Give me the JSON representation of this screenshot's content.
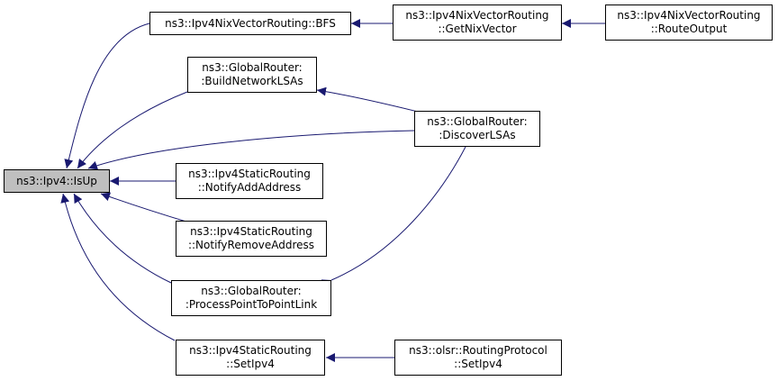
{
  "colors": {
    "edge": "#191970",
    "node_border": "#000000",
    "node_fill": "#ffffff",
    "highlight_fill": "#bfbfbf"
  },
  "nodes": {
    "isup": {
      "lines": [
        "ns3::Ipv4::IsUp"
      ]
    },
    "bfs": {
      "lines": [
        "ns3::Ipv4NixVectorRouting::BFS"
      ]
    },
    "getnix": {
      "lines": [
        "ns3::Ipv4NixVectorRouting",
        "::GetNixVector"
      ]
    },
    "routeout": {
      "lines": [
        "ns3::Ipv4NixVectorRouting",
        "::RouteOutput"
      ]
    },
    "buildnet": {
      "lines": [
        "ns3::GlobalRouter:",
        ":BuildNetworkLSAs"
      ]
    },
    "discover": {
      "lines": [
        "ns3::GlobalRouter:",
        ":DiscoverLSAs"
      ]
    },
    "notifyadd": {
      "lines": [
        "ns3::Ipv4StaticRouting",
        "::NotifyAddAddress"
      ]
    },
    "notifyrem": {
      "lines": [
        "ns3::Ipv4StaticRouting",
        "::NotifyRemoveAddress"
      ]
    },
    "processp2p": {
      "lines": [
        "ns3::GlobalRouter:",
        ":ProcessPointToPointLink"
      ]
    },
    "setipv4static": {
      "lines": [
        "ns3::Ipv4StaticRouting",
        "::SetIpv4"
      ]
    },
    "olsrsetipv4": {
      "lines": [
        "ns3::olsr::RoutingProtocol",
        "::SetIpv4"
      ]
    }
  }
}
